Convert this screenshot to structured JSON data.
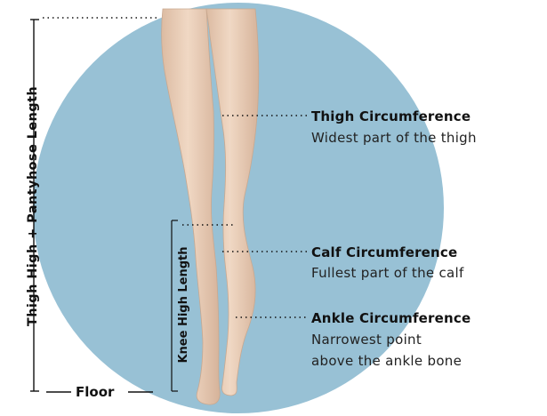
{
  "labels": {
    "thigh_high_length": "Thigh High + Pantyhose Length",
    "knee_high_length": "Knee High Length",
    "floor": "Floor"
  },
  "measurements": [
    {
      "title": "Thigh Circumference",
      "description": [
        "Widest part of the thigh"
      ]
    },
    {
      "title": "Calf Circumference",
      "description": [
        "Fullest part of the calf"
      ]
    },
    {
      "title": "Ankle Circumference",
      "description": [
        "Narrowest point",
        "above the ankle bone"
      ]
    }
  ],
  "colors": {
    "circle": "#98c1d5",
    "skin": "#e9cdb6",
    "text": "#111111"
  }
}
